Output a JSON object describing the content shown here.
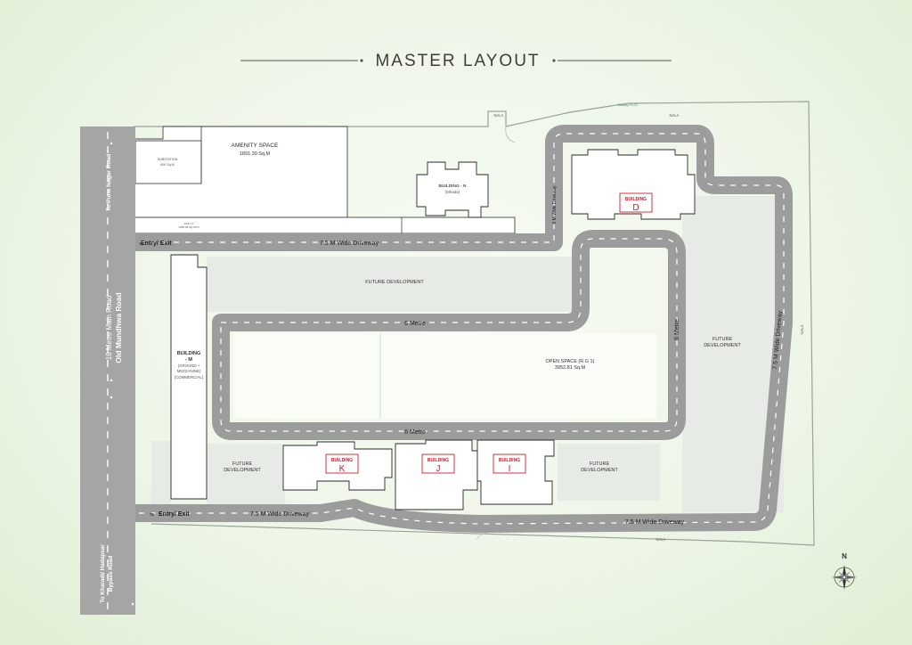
{
  "title": "MASTER LAYOUT",
  "roads": {
    "main_road_line1": "18 Metre Main Road",
    "main_road_line2": "Old Mundhwa Road",
    "to_pune": "To Pune Nagar Road",
    "to_kharadi_line1": "To Kharadi/ Hadapsar",
    "to_kharadi_line2": "Bypass Road"
  },
  "driveways": {
    "top_entry": "Entry/ Exit",
    "top_drive": "7.5 M Wide Driveway",
    "bottom_entry": "Entry/ Exit",
    "bottom_drive": "7.5 M Wide Driveway",
    "bottom_right_drive": "7.5 M Wide Driveway",
    "right_vertical": "7.5 M Wide Driveway",
    "six_m_drive": "6 M Wide Driveway",
    "loop_top": "6 Metre",
    "loop_bottom": "6 Metre",
    "loop_right": "6 Metre"
  },
  "areas": {
    "amenity_name": "AMENITY SPACE",
    "amenity_area": "1891.30 Sq.M",
    "substation_name": "SUBSTATION",
    "substation_area": "600 Sq.M",
    "strip_label_1": "DTE I.U",
    "strip_label_2": "1955.38 SQ.MTS",
    "open_space_name": "OPEN SPACE (R.G 1)",
    "open_space_area": "3952.81 Sq.M",
    "future_top": "FUTURE DEVELOPMENT",
    "future_right_1": "FUTURE",
    "future_right_2": "DEVELOPMENT",
    "future_left_1": "FUTURE",
    "future_left_2": "DEVELOPMENT",
    "future_mid_1": "FUTURE",
    "future_mid_2": "DEVELOPMENT"
  },
  "nala": {
    "top_left": "NALA",
    "top_right": "NALA",
    "right": "NALA",
    "bottom": "NALA",
    "railway": "Railway PLOT"
  },
  "buildings": {
    "n_line1": "BUILDING - N",
    "n_line2": "(Mhada)",
    "m_line1": "BUILDING",
    "m_line2": "- M",
    "m_line3": "(GROUND +",
    "m_line4": "MEZZANINE)",
    "m_line5": "[COMMERCIAL]",
    "d_label": "BUILDING",
    "d_letter": "D",
    "k_label": "BUILDING",
    "k_letter": "K",
    "j_label": "BUILDING",
    "j_letter": "J",
    "i_label": "BUILDING",
    "i_letter": "I"
  },
  "compass": {
    "north": "N"
  },
  "colors": {
    "background": "#eef6e8",
    "road": "#9c9c9c",
    "building_accent": "#c8202f",
    "text": "#2c2c2c"
  }
}
